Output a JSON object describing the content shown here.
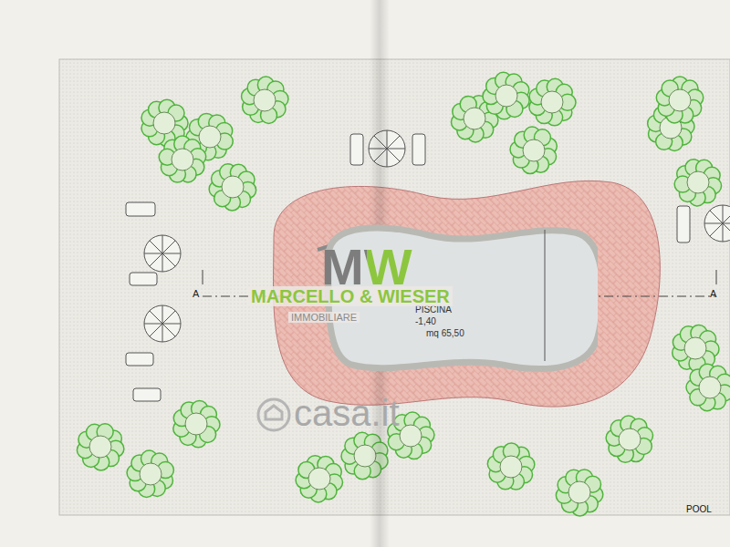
{
  "diagram": {
    "nodes": [
      {
        "text": [
          "PISCINA",
          "-1,40",
          "mq 65,50"
        ]
      }
    ],
    "labels": [
      "A",
      "MW",
      "A",
      "MARCELLO & WIESER",
      "IMMOBILIARE",
      "casa.it",
      "POOL"
    ]
  }
}
